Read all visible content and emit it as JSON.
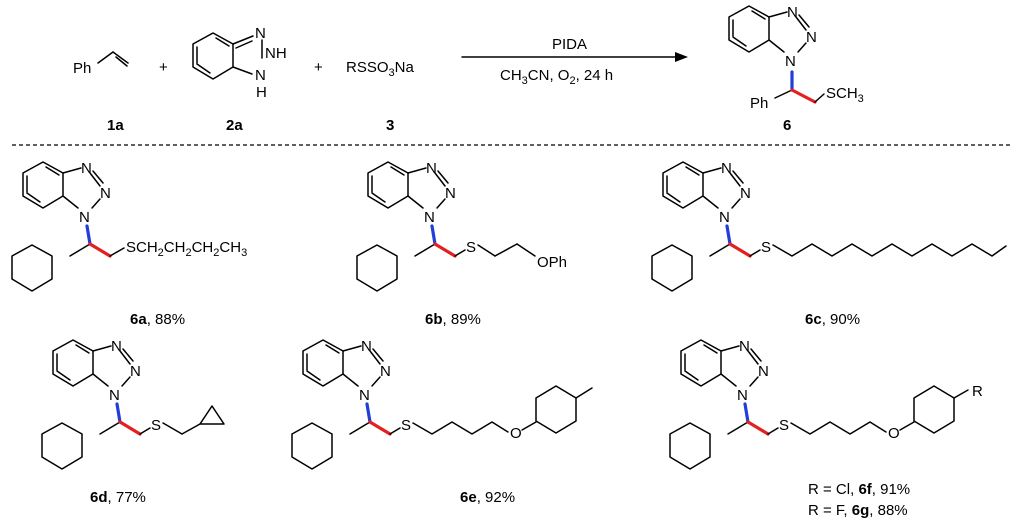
{
  "scheme": {
    "reactants": {
      "styrene": {
        "text": "Ph"
      },
      "plus1": "+",
      "benzotriazole": {
        "n1": "N",
        "nh2": "NH",
        "n_bottom": "N",
        "h_bottom": "H"
      },
      "plus2": "+",
      "thiosulfate": {
        "prefix": "RSSO",
        "sub": "3",
        "suffix": "Na"
      }
    },
    "conditions": {
      "above": "PIDA",
      "below_a": "CH",
      "below_a_sub": "3",
      "below_b": "CN,  O",
      "below_b_sub": "2",
      "below_c": ", 24 h"
    },
    "product": {
      "ph": "Ph",
      "s_group": "SCH",
      "s_group_sub": "3",
      "n_atoms": [
        "N",
        "N",
        "N"
      ]
    },
    "labels": {
      "l1a": "1a",
      "l2a": "2a",
      "l3": "3",
      "l6": "6"
    }
  },
  "examples": [
    {
      "id": "6a",
      "yield": ", 88%",
      "side": "SCH",
      "side_parts": [
        "SCH",
        "2",
        "CH",
        "2",
        "CH",
        "2",
        "CH",
        "3"
      ]
    },
    {
      "id": "6b",
      "yield": ", 89%",
      "s": "S",
      "o": "OPh"
    },
    {
      "id": "6c",
      "yield": ", 90%",
      "s": "S"
    },
    {
      "id": "6d",
      "yield": ", 77%",
      "s": "S"
    },
    {
      "id": "6e",
      "yield": ", 92%",
      "s": "S",
      "o": "O"
    },
    {
      "id": "6f",
      "yield": ", 91%",
      "s": "S",
      "o": "O",
      "r": "R",
      "note1_prefix": "R = Cl, ",
      "note2_prefix": "R = F, ",
      "id2": "6g",
      "yield2": ", 88%"
    }
  ],
  "n_label": "N"
}
